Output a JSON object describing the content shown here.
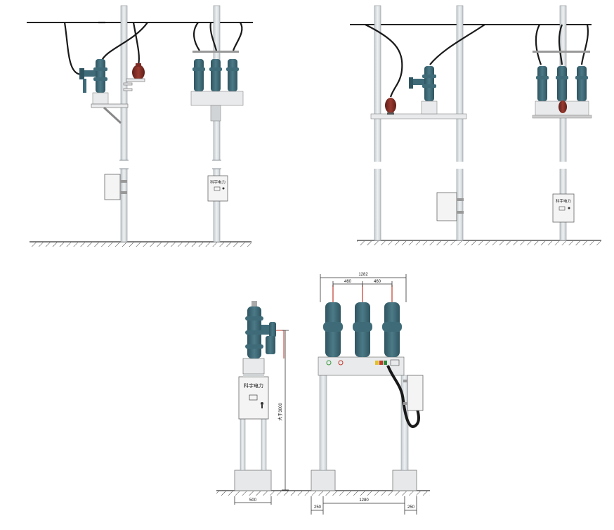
{
  "colors": {
    "insulator": "#3f6b78",
    "insulator_dark": "#2f5561",
    "pt_red": "#7a2a22",
    "pole": "#d9dee1",
    "pole_stroke": "#8a9297",
    "frame": "#e8eaec",
    "cable": "#1a1a1a"
  },
  "cabinet_labels": {
    "top_left_install": "科宇电力",
    "top_right_install": "科宇电力",
    "bottom_left_view": "科宇电力"
  },
  "dimensions": {
    "overall_width": "1282",
    "phase_spacing_left": "460",
    "phase_spacing_right": "460",
    "height_label": "大于3000",
    "base_width_left": "500",
    "foot_left": "250",
    "span_center": "1280",
    "foot_right": "250"
  },
  "icons": [
    "pole-icon",
    "vacuum-breaker-icon",
    "voltage-transformer-icon",
    "control-cabinet-icon",
    "ground-hatch-icon"
  ]
}
